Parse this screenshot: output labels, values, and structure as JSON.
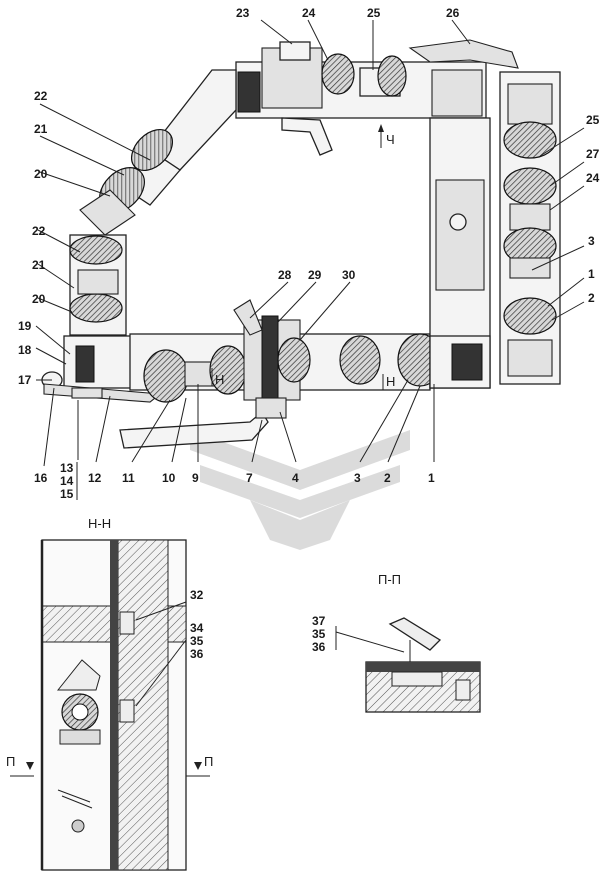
{
  "labels": {
    "n1": "1",
    "n2": "2",
    "n3": "3",
    "n4": "4",
    "n7": "7",
    "n9": "9",
    "n10": "10",
    "n11": "11",
    "n12": "12",
    "n13": "13",
    "n14": "14",
    "n15": "15",
    "n16": "16",
    "n17": "17",
    "n18": "18",
    "n19": "19",
    "n20": "20",
    "n21": "21",
    "n22": "22",
    "n23": "23",
    "n24": "24",
    "n25": "25",
    "n26": "26",
    "n27": "27",
    "n28": "28",
    "n29": "29",
    "n30": "30",
    "n32": "32",
    "n34": "34",
    "n35": "35",
    "n36": "36",
    "n37": "37"
  },
  "sections": {
    "hh": "Н-Н",
    "pp": "П-П",
    "mark_h": "Н",
    "mark_ch": "Ч",
    "mark_p": "П"
  },
  "colors": {
    "line": "#222222",
    "watermark": "#c8c8c8"
  }
}
